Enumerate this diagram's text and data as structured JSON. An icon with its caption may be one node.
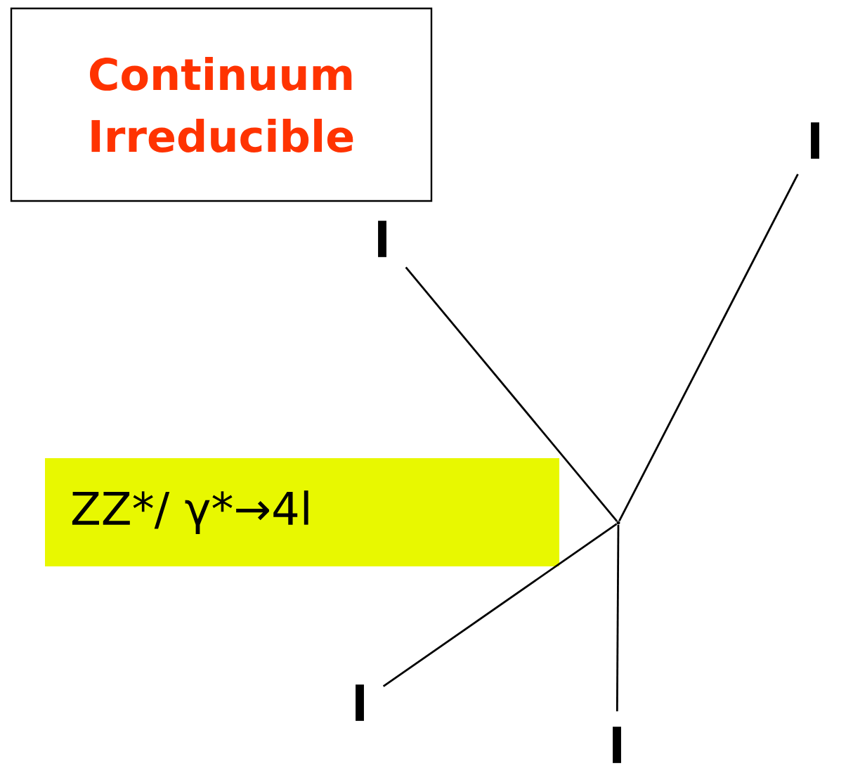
{
  "diagram": {
    "nodes": [
      {
        "text": [
          "Continuum Irreducible"
        ]
      },
      {
        "text": [
          "l"
        ]
      },
      {
        "text": [
          "l"
        ]
      },
      {
        "text": [
          "ZZ*/ γ*→4l"
        ]
      },
      {
        "text": [],
        "shape": "dot"
      },
      {
        "text": [
          "l"
        ]
      },
      {
        "text": [
          "l"
        ]
      }
    ],
    "edges": [
      {
        "from": 4,
        "to": 1,
        "arrow": "none"
      },
      {
        "from": 4,
        "to": 2,
        "arrow": "none"
      },
      {
        "from": 4,
        "to": 5,
        "arrow": "none"
      },
      {
        "from": 4,
        "to": 6,
        "arrow": "none"
      }
    ]
  }
}
